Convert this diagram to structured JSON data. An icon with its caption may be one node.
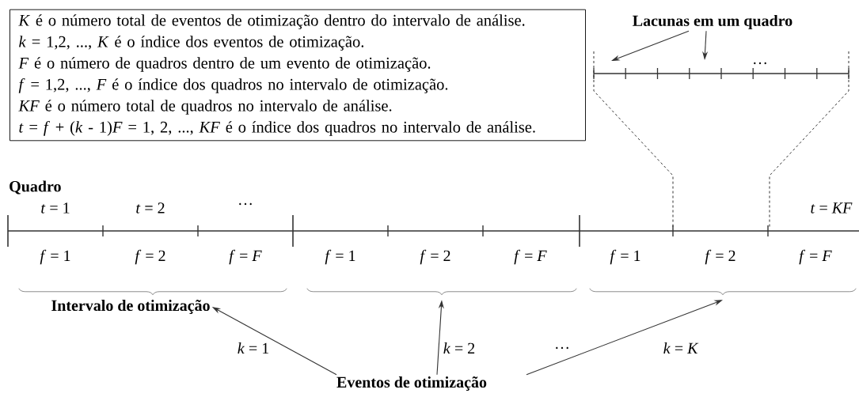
{
  "diagram": {
    "nodes": [
      {
        "text": [
          "*K* é o número total de eventos de otimização dentro do intervalo de análise.",
          "*k* = 1,2, ..., *K* é o índice dos eventos de otimização.",
          "*F* é o número de quadros dentro de um evento de otimização.",
          "*f* = 1,2, ..., *F* é o índice dos quadros no intervalo de otimização.",
          "*KF* é o número total de quadros no intervalo de análise.",
          "*t* = *f* + (*k* - 1)*F* = 1, 2, ..., *KF* é o índice dos quadros no intervalo de análise."
        ]
      },
      {
        "text": [
          "Lacunas em um quadro"
        ]
      },
      {
        "text": [
          "Intervalo de otimização"
        ]
      },
      {
        "text": [],
        "shape": "brace"
      },
      {
        "text": [],
        "shape": "brace"
      },
      {
        "text": [],
        "shape": "brace"
      },
      {
        "text": [
          "Eventos de otimização"
        ]
      }
    ],
    "edges": [
      {
        "from": 1,
        "to": null,
        "arrow": "to"
      },
      {
        "from": 1,
        "to": null,
        "arrow": "to"
      },
      {
        "from": 6,
        "to": 2,
        "arrow": "to",
        "label": "*k* = 1"
      },
      {
        "from": 6,
        "to": 4,
        "arrow": "to",
        "label": "*k* = 2"
      },
      {
        "from": 6,
        "to": 5,
        "arrow": "to",
        "label": "*k* = *K*"
      }
    ],
    "labels": [
      "…",
      "Quadro",
      "*t* = 1",
      "*t* = 2",
      "…",
      "*t* = *KF*",
      "*f* = 1",
      "*f* = 2",
      "*f* = *F*",
      "*f* = 1",
      "*f* = 2",
      "*f* = *F*",
      "*f* = 1",
      "*f* = 2",
      "*f* = *F*",
      "…"
    ]
  }
}
